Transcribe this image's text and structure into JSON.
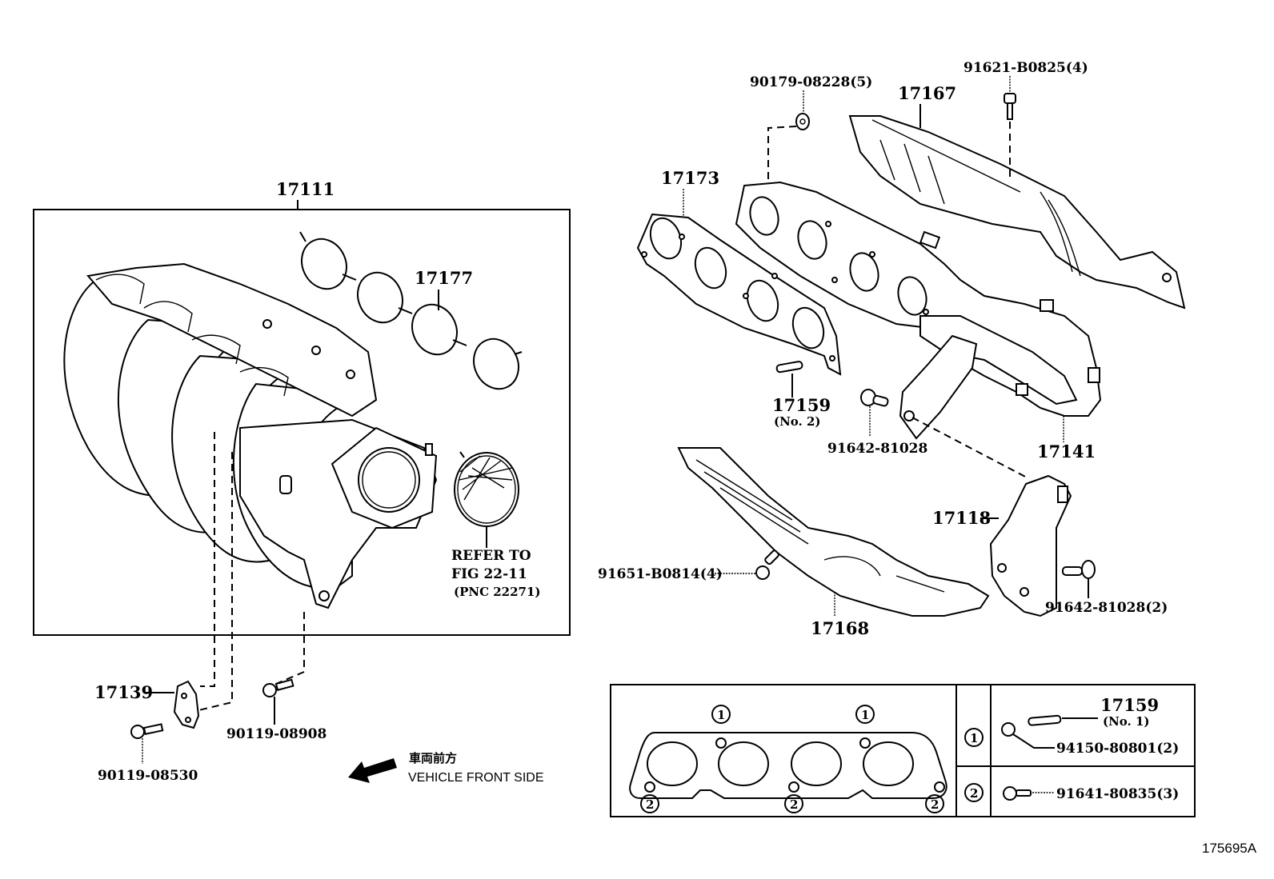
{
  "diagram": {
    "figure_id": "175695A",
    "assembly_label": "17111",
    "parts": [
      {
        "id": "17111",
        "name": "intake-manifold-assembly"
      },
      {
        "id": "17177",
        "name": "intake-manifold-gasket"
      },
      {
        "id": "17173",
        "name": "exhaust-manifold-gasket"
      },
      {
        "id": "17167",
        "name": "upper-heat-insulator"
      },
      {
        "id": "17141",
        "name": "exhaust-manifold"
      },
      {
        "id": "17118",
        "name": "manifold-stay"
      },
      {
        "id": "17168",
        "name": "lower-heat-insulator"
      },
      {
        "id": "17139",
        "name": "manifold-bracket"
      }
    ],
    "labels": {
      "p17111": "17111",
      "p17177": "17177",
      "p17173": "17173",
      "p17167": "17167",
      "p17141": "17141",
      "p17118": "17118",
      "p17168": "17168",
      "p17139": "17139",
      "p17159_no2": "17159",
      "p17159_no2_sub": "(No. 2)",
      "nut_90179": "90179-08228(5)",
      "bolt_91621": "91621-B0825(4)",
      "bolt_91642_a": "91642-81028",
      "bolt_91642_b": "91642-81028(2)",
      "bolt_91651": "91651-B0814(4)",
      "bolt_90119_a": "90119-08530",
      "bolt_90119_b": "90119-08908"
    },
    "refer": {
      "line1": "REFER TO",
      "line2": "FIG 22-11",
      "line3": "(PNC 22271)"
    },
    "direction": {
      "japanese": "車両前方",
      "english": "VEHICLE FRONT SIDE"
    },
    "legend": {
      "marker1": "1",
      "marker2": "2",
      "row1": {
        "marker": "1",
        "stud_label": "17159",
        "stud_sub": "(No. 1)",
        "nut_label": "94150-80801(2)"
      },
      "row2": {
        "marker": "2",
        "bolt_label": "91641-80835(3)"
      }
    }
  }
}
